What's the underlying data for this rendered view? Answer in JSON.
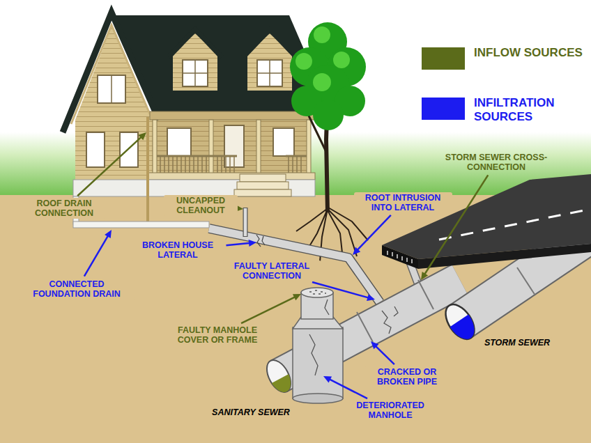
{
  "diagram": {
    "labels": [
      "STORM SEWER CROSS-CONNECTION",
      "ROOF DRAIN CONNECTION",
      "UNCAPPED CLEANOUT",
      "ROOT INTRUSION INTO LATERAL",
      "BROKEN HOUSE LATERAL",
      "FAULTY LATERAL CONNECTION",
      "CONNECTED FOUNDATION DRAIN",
      "FAULTY MANHOLE COVER OR FRAME",
      "CRACKED OR BROKEN PIPE",
      "STORM SEWER",
      "SANITARY SEWER",
      "DETERIORATED MANHOLE"
    ],
    "legend": [
      {
        "text": "INFLOW SOURCES",
        "color": "#5b6b1a"
      },
      {
        "text": "INFILTRATION SOURCES",
        "color": "#1c1cf0"
      }
    ]
  }
}
